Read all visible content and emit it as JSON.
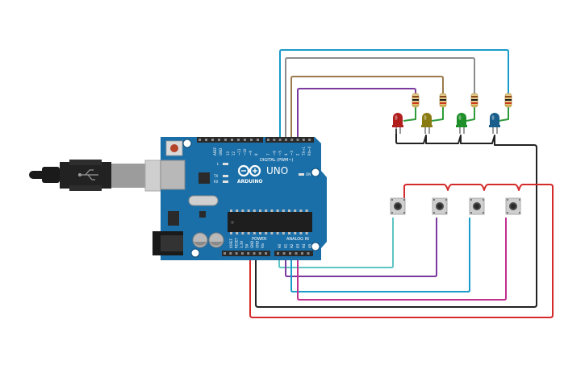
{
  "board": {
    "model": "UNO",
    "brand": "ARDUINO",
    "digital_label": "DIGITAL (PWM~)",
    "power_label": "POWER",
    "analog_label": "ANALOG IN",
    "on_label": "ON",
    "tx_label": "TX",
    "rx_label": "RX",
    "l_label": "L",
    "aref_label": "AREF",
    "gnd_label": "GND",
    "power_pins": [
      "IOREF",
      "RESET",
      "3.3V",
      "5V",
      "GND",
      "GND",
      "Vin"
    ],
    "analog_pins": [
      "A0",
      "A1",
      "A2",
      "A3",
      "A4",
      "A5"
    ],
    "digital_pins_left": [
      "13",
      "12",
      "~11",
      "~10",
      "~9",
      "8"
    ],
    "digital_pins_right": [
      "7",
      "~6",
      "~5",
      "4",
      "~3",
      "2",
      "TX→1",
      "RX←0"
    ]
  },
  "components": {
    "leds": [
      {
        "name": "red-led",
        "color": "#b01e1e"
      },
      {
        "name": "yellow-led",
        "color": "#8a7a12"
      },
      {
        "name": "green-led",
        "color": "#1f8f2a"
      },
      {
        "name": "blue-led",
        "color": "#1a5f8c"
      }
    ],
    "buttons": 4,
    "resistors": 4
  },
  "wire_colors": {
    "blue": "#1a9bc9",
    "gray": "#8c8c8c",
    "brown": "#9c7a4c",
    "purple": "#7b3a9e",
    "black": "#222222",
    "red": "#d42a2a",
    "green": "#2e9a3a",
    "cyan": "#5fc4c4",
    "magenta": "#c0308f"
  },
  "colors": {
    "board": "#1b6fa8",
    "board_dark": "#135a8a",
    "header": "#2a2a2a"
  }
}
